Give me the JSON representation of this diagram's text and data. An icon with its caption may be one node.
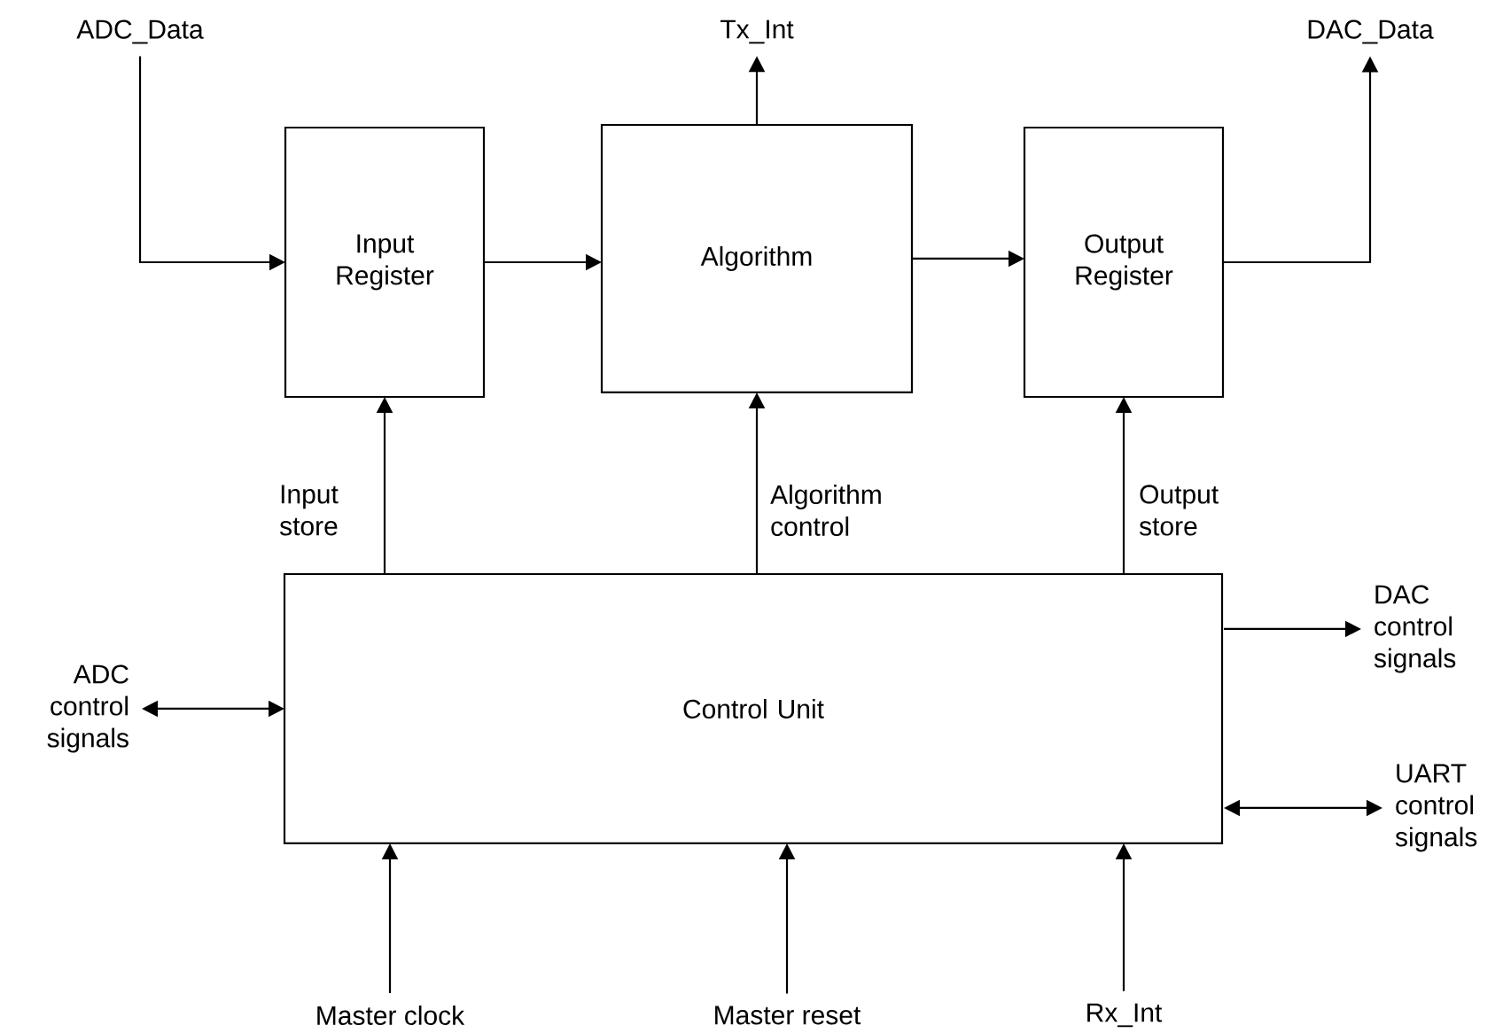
{
  "diagram": {
    "nodes": [
      {
        "text": [
          "ADC_Data"
        ]
      },
      {
        "text": [
          "Tx_Int"
        ]
      },
      {
        "text": [
          "DAC_Data"
        ]
      },
      {
        "text": [
          "Input Register"
        ]
      },
      {
        "text": [
          "Algorithm"
        ]
      },
      {
        "text": [
          "Output Register"
        ]
      },
      {
        "text": [
          "DAC control signals"
        ]
      },
      {
        "text": [
          "ADC control signals"
        ]
      },
      {
        "text": [
          "Control Unit"
        ]
      },
      {
        "text": [
          "UART control signals"
        ]
      },
      {
        "text": [
          "Master clock"
        ]
      },
      {
        "text": [
          "Master reset"
        ]
      },
      {
        "text": [
          "Rx_Int"
        ]
      }
    ],
    "edges": [
      {
        "from": 0,
        "to": 3,
        "arrow": "to"
      },
      {
        "from": 3,
        "to": 4,
        "arrow": "to"
      },
      {
        "from": 4,
        "to": 5,
        "arrow": "to"
      },
      {
        "from": 4,
        "to": 1,
        "arrow": "to"
      },
      {
        "from": 5,
        "to": 2,
        "arrow": "to"
      },
      {
        "from": 8,
        "to": 3,
        "arrow": "to",
        "label": "Input store"
      },
      {
        "from": 8,
        "to": 4,
        "arrow": "to",
        "label": "Algorithm control"
      },
      {
        "from": 8,
        "to": 5,
        "arrow": "to",
        "label": "Output store"
      },
      {
        "from": 7,
        "to": 8,
        "arrow": "both"
      },
      {
        "from": 8,
        "to": 6,
        "arrow": "to"
      },
      {
        "from": 8,
        "to": 9,
        "arrow": "both"
      },
      {
        "from": 10,
        "to": 8,
        "arrow": "to"
      },
      {
        "from": 11,
        "to": 8,
        "arrow": "to"
      },
      {
        "from": 12,
        "to": 8,
        "arrow": "to"
      }
    ]
  }
}
